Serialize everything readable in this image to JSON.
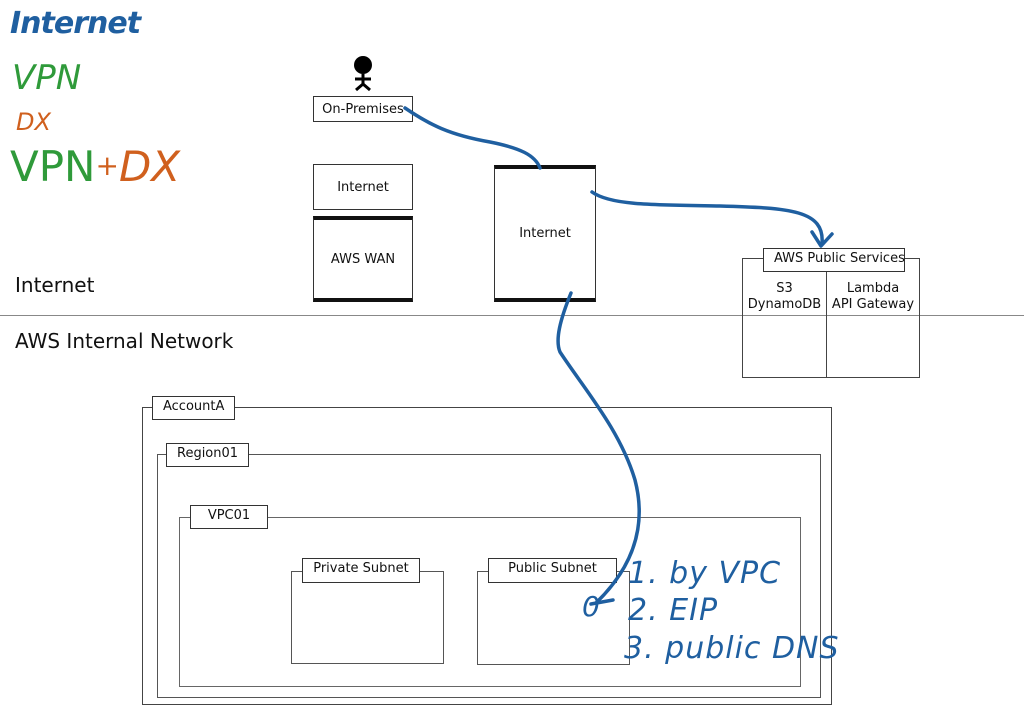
{
  "legend": {
    "internet": "Internet",
    "vpn": "VPN",
    "dx": "DX",
    "vpn_plus_dx": {
      "vpn": "VPN",
      "plus": "+",
      "dx": "DX"
    },
    "colors": {
      "internet": "#1f5fa0",
      "vpn": "#2f9a3a",
      "dx": "#d0601e"
    }
  },
  "zones": {
    "internet": "Internet",
    "aws_internal": "AWS Internal Network"
  },
  "nodes": {
    "on_premises": {
      "label": "On-Premises",
      "icon": "person-icon"
    },
    "left_internet": "Internet",
    "aws_wan": "AWS WAN",
    "center_internet": "Internet",
    "aws_public_services": {
      "title": "AWS Public Services",
      "left_column": [
        "S3",
        "DynamoDB"
      ],
      "right_column": [
        "Lambda",
        "API Gateway"
      ]
    }
  },
  "hierarchy": {
    "account": "AccountA",
    "region": "Region01",
    "vpc": "VPC01",
    "private_subnet": "Private Subnet",
    "public_subnet": "Public Subnet"
  },
  "annotations": {
    "endpoint_mark": "0",
    "notes": [
      "1. by VPC",
      "2. EIP",
      "3. public DNS"
    ],
    "color": "#1f5fa0"
  }
}
